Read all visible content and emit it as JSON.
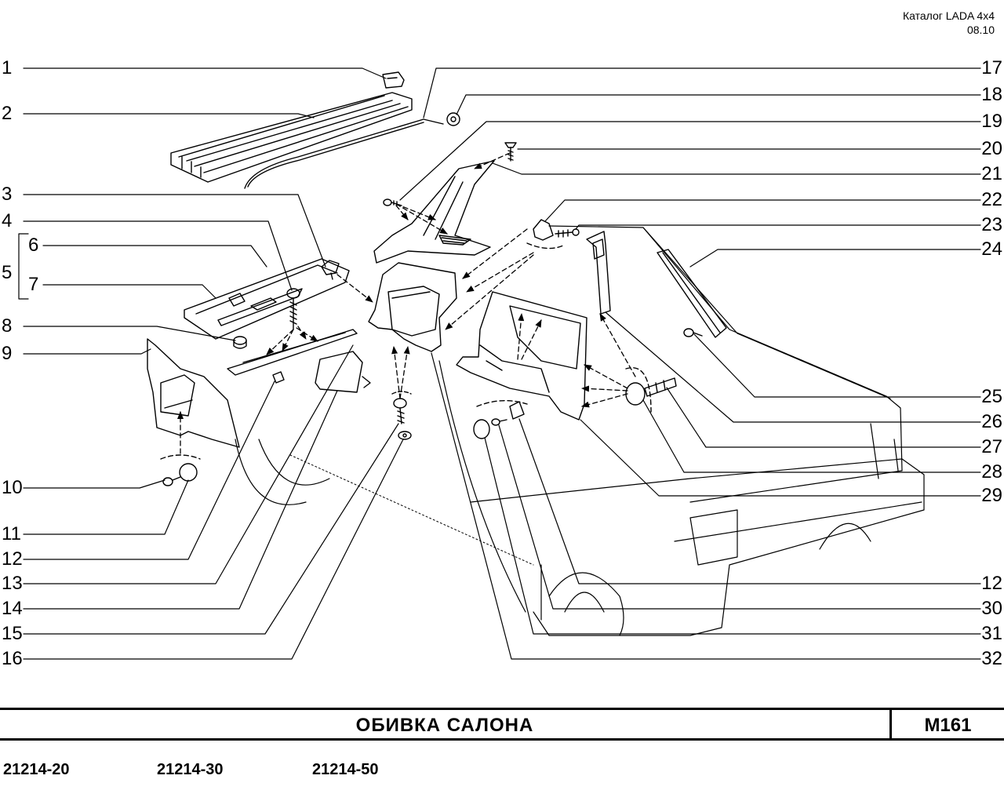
{
  "header": {
    "catalog": "Каталог  LADA  4x4",
    "date": "08.10"
  },
  "callouts_left": [
    {
      "id": "1",
      "label": "1"
    },
    {
      "id": "2",
      "label": "2"
    },
    {
      "id": "3",
      "label": "3"
    },
    {
      "id": "4",
      "label": "4"
    },
    {
      "id": "5",
      "label": "5"
    },
    {
      "id": "6",
      "label": "6"
    },
    {
      "id": "7",
      "label": "7"
    },
    {
      "id": "8",
      "label": "8"
    },
    {
      "id": "9",
      "label": "9"
    },
    {
      "id": "10",
      "label": "10"
    },
    {
      "id": "11",
      "label": "11"
    },
    {
      "id": "12",
      "label": "12"
    },
    {
      "id": "13",
      "label": "13"
    },
    {
      "id": "14",
      "label": "14"
    },
    {
      "id": "15",
      "label": "15"
    },
    {
      "id": "16",
      "label": "16"
    }
  ],
  "callouts_right": [
    {
      "id": "17",
      "label": "17"
    },
    {
      "id": "18",
      "label": "18"
    },
    {
      "id": "19",
      "label": "19"
    },
    {
      "id": "20",
      "label": "20"
    },
    {
      "id": "21",
      "label": "21"
    },
    {
      "id": "22",
      "label": "22"
    },
    {
      "id": "23",
      "label": "23"
    },
    {
      "id": "24",
      "label": "24"
    },
    {
      "id": "25",
      "label": "25"
    },
    {
      "id": "26",
      "label": "26"
    },
    {
      "id": "27",
      "label": "27"
    },
    {
      "id": "28",
      "label": "28"
    },
    {
      "id": "29",
      "label": "29"
    },
    {
      "id": "12b",
      "label": "12"
    },
    {
      "id": "30",
      "label": "30"
    },
    {
      "id": "31",
      "label": "31"
    },
    {
      "id": "32",
      "label": "32"
    }
  ],
  "footer": {
    "title": "ОБИВКА   САЛОНА",
    "code": "М161",
    "models": [
      "21214-20",
      "21214-30",
      "21214-50"
    ]
  }
}
